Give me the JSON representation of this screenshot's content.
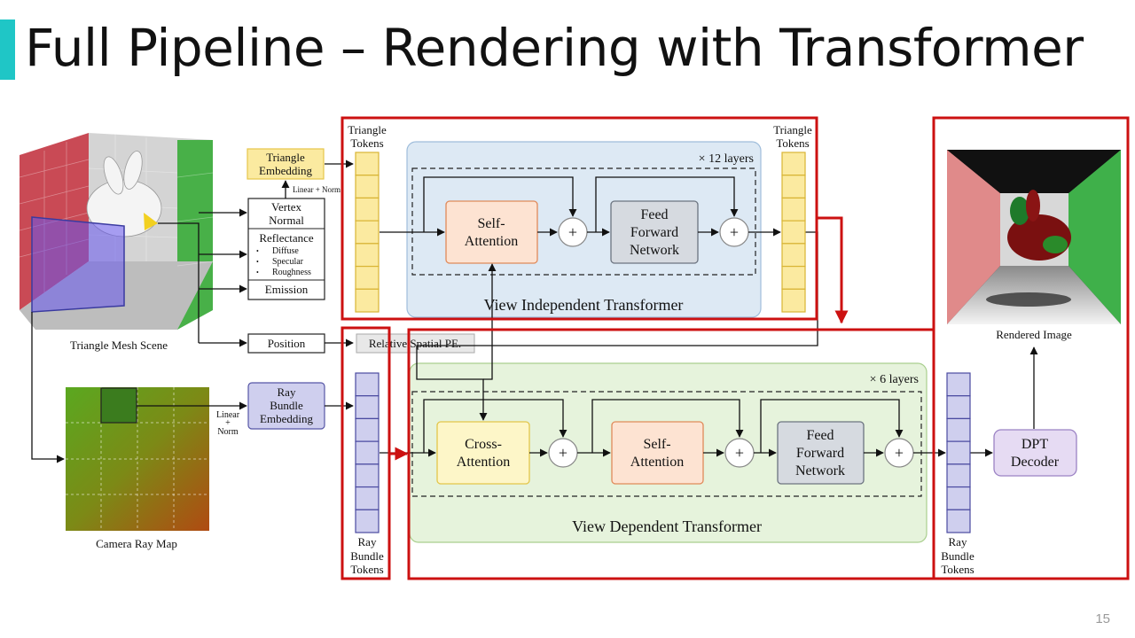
{
  "slide": {
    "title": "Full Pipeline – Rendering with Transformer",
    "page_number": "15"
  },
  "colors": {
    "accent": "#1fc6c6",
    "highlight_box": "#cc1111",
    "vi_panel": "#dde9f4",
    "vd_panel": "#e6f3dc",
    "triangle_token": "#fbeaa0",
    "ray_token": "#cfcfee",
    "self_attention": "#fde3d2",
    "cross_attention": "#fdf6c8",
    "feed_forward": "#d6dae0",
    "dpt_decoder": "#e6dbf3"
  },
  "labels": {
    "triangle_mesh_scene": "Triangle Mesh Scene",
    "camera_ray_map": "Camera Ray Map",
    "triangle_embedding": [
      "Triangle",
      "Embedding"
    ],
    "linear_norm_top": "Linear + Norm",
    "vertex_normal": [
      "Vertex",
      "Normal"
    ],
    "reflectance": "Reflectance",
    "reflectance_items": [
      "Diffuse",
      "Specular",
      "Roughness"
    ],
    "emission": "Emission",
    "position": "Position",
    "relative_spatial_pe": "Relative Spatial PE.",
    "ray_bundle_embedding": [
      "Ray",
      "Bundle",
      "Embedding"
    ],
    "linear_norm_bottom": [
      "Linear",
      "+",
      "Norm"
    ],
    "triangle_tokens": [
      "Triangle",
      "Tokens"
    ],
    "ray_bundle_tokens": [
      "Ray",
      "Bundle",
      "Tokens"
    ],
    "vi_layers": "× 12 layers",
    "vd_layers": "× 6 layers",
    "self_attention": [
      "Self-",
      "Attention"
    ],
    "cross_attention": [
      "Cross-",
      "Attention"
    ],
    "feed_forward_network": [
      "Feed",
      "Forward",
      "Network"
    ],
    "plus": "+",
    "vi_title": "View Independent Transformer",
    "vd_title": "View Dependent Transformer",
    "dpt_decoder": [
      "DPT",
      "Decoder"
    ],
    "rendered_image": "Rendered Image"
  }
}
